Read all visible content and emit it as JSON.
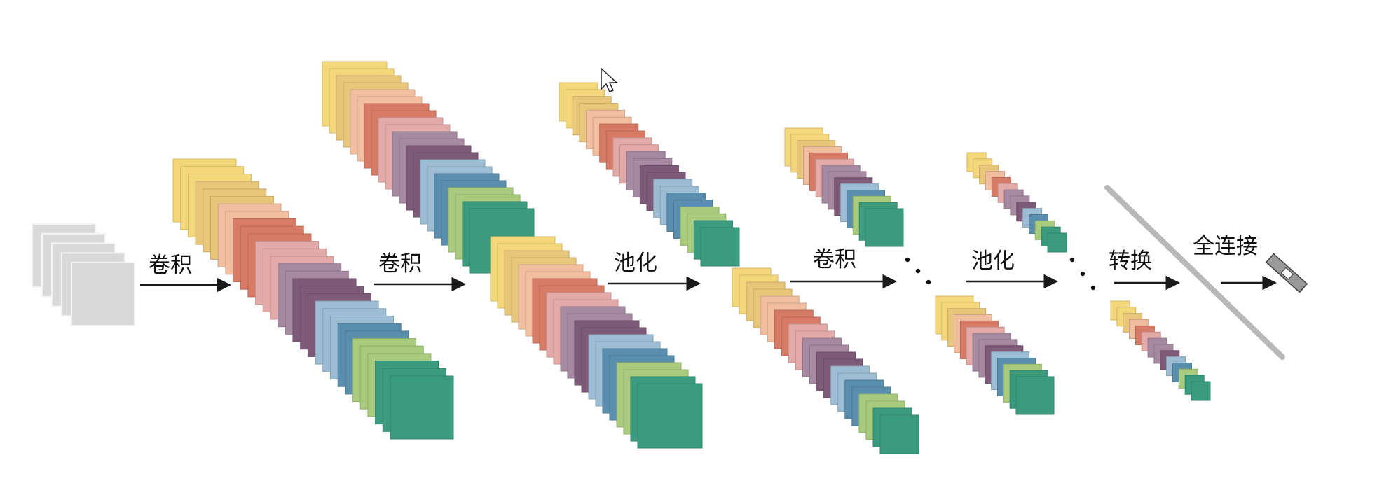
{
  "labels": {
    "conv1": "卷积",
    "conv2": "卷积",
    "pool1": "池化",
    "conv3": "卷积",
    "pool2": "池化",
    "flatten": "转换",
    "fully_connected": "全连接"
  },
  "colors": {
    "input": "#d9d9d9",
    "palette": [
      "#f4d77a",
      "#e8c77a",
      "#f1bfa0",
      "#d77b66",
      "#e4aaa7",
      "#a78aa2",
      "#7d5a78",
      "#9cbdd3",
      "#5a8ead",
      "#a8cb7e",
      "#3a9b7e"
    ],
    "arrow": "#1a1a1a",
    "fc_bar": "#b8b8b8"
  }
}
